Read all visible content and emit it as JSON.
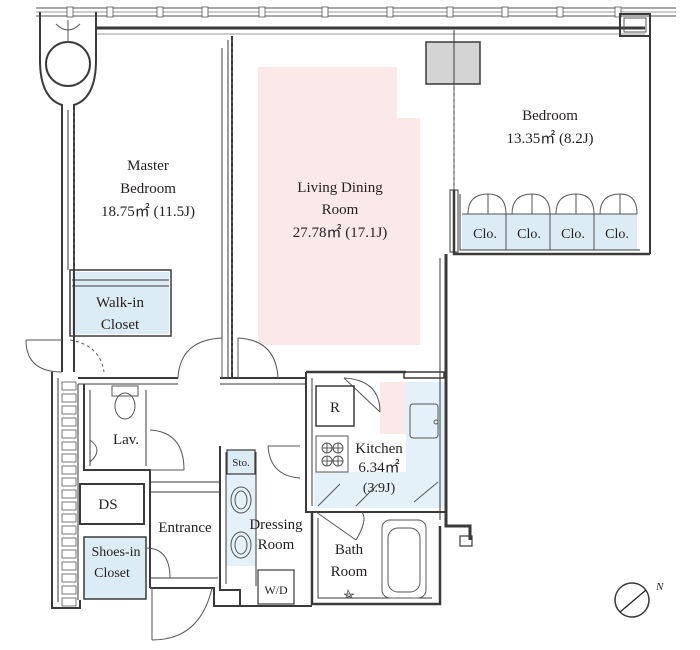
{
  "colors": {
    "wall": "#3a3a3a",
    "living_highlight": "#fbe9ea",
    "closet_fill": "#dcecf5",
    "wet_fill": "#e4f1f8",
    "gray_block": "#d4d4d4"
  },
  "rooms": {
    "master_bedroom": {
      "line1": "Master",
      "line2": "Bedroom",
      "area": "18.75㎡ (11.5J)"
    },
    "living_dining": {
      "line1": "Living Dining",
      "line2": "Room",
      "area": "27.78㎡ (17.1J)"
    },
    "bedroom": {
      "line1": "Bedroom",
      "area": "13.35㎡ (8.2J)"
    },
    "closets": [
      "Clo.",
      "Clo.",
      "Clo.",
      "Clo."
    ],
    "walk_in": {
      "line1": "Walk-in",
      "line2": "Closet"
    },
    "refrigerator": "R",
    "kitchen": {
      "line1": "Kitchen",
      "line2": "6.34㎡",
      "line3": "(3.9J)"
    },
    "lavatory": "Lav.",
    "storage": "Sto.",
    "duct_space": "DS",
    "entrance": "Entrance",
    "dressing_room": {
      "line1": "Dressing",
      "line2": "Room"
    },
    "bath_room": {
      "line1": "Bath",
      "line2": "Room"
    },
    "shoes_in": {
      "line1": "Shoes-in",
      "line2": "Closet"
    },
    "washer_dryer": "W/D"
  },
  "compass": {
    "letter": "N",
    "icon": "north-arrow-icon"
  }
}
